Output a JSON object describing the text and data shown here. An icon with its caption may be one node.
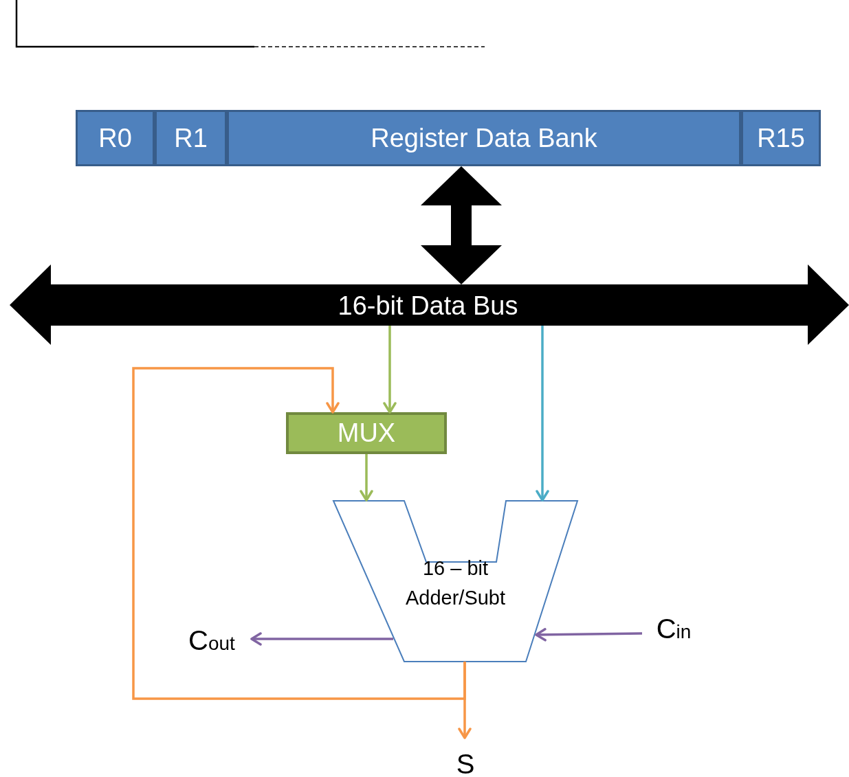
{
  "diagram": {
    "nodes": [
      {
        "text": [
          "R0"
        ]
      },
      {
        "text": [
          "R1"
        ]
      },
      {
        "text": [
          "Register Data Bank"
        ]
      },
      {
        "text": [
          "R15"
        ]
      },
      {
        "text": [
          "16-bit Data Bus"
        ]
      },
      {
        "text": [
          "MUX"
        ]
      },
      {
        "text": [
          "16 – bit Adder/Subt"
        ]
      },
      {
        "text": [
          "C$_{out}$"
        ]
      },
      {
        "text": [
          "C$_{in}$"
        ]
      },
      {
        "text": [
          "S"
        ]
      }
    ],
    "edges": [
      {
        "from": 2,
        "to": 4,
        "arrow": "both",
        "style": "thick",
        "color": "#000000"
      },
      {
        "from": 4,
        "to": 5,
        "arrow": "to",
        "color": "#9bbb59"
      },
      {
        "from": 4,
        "to": 6,
        "arrow": "to",
        "color": "#4bacc6"
      },
      {
        "from": 5,
        "to": 6,
        "arrow": "to",
        "color": "#9bbb59"
      },
      {
        "from": 6,
        "to": 7,
        "arrow": "to",
        "color": "#8064a2"
      },
      {
        "from": 8,
        "to": 6,
        "arrow": "to",
        "color": "#8064a2"
      },
      {
        "from": 6,
        "to": 9,
        "arrow": "to",
        "color": "#f79646"
      },
      {
        "from": 6,
        "to": 5,
        "arrow": "to",
        "color": "#f79646"
      }
    ]
  }
}
